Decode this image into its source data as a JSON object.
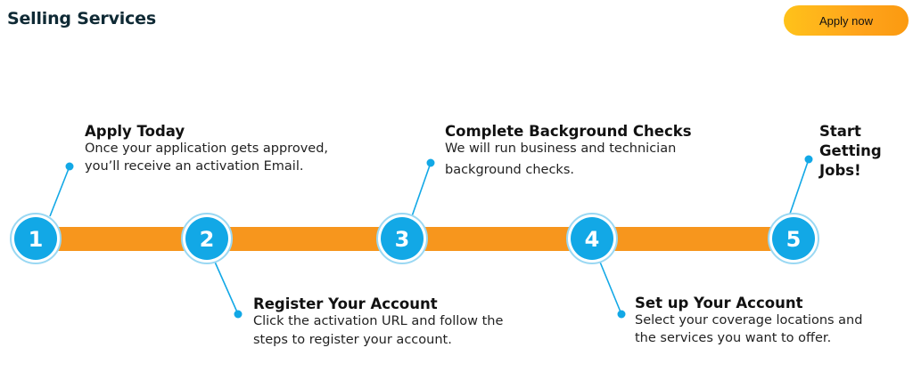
{
  "header": {
    "title": "Selling Services",
    "apply_button": "Apply now"
  },
  "steps": [
    {
      "number": "1",
      "title": "Apply Today",
      "desc_lines": [
        "Once your application gets approved,",
        "you’ll receive an activation Email."
      ]
    },
    {
      "number": "2",
      "title": "Register Your Account",
      "desc_lines": [
        "Click the activation URL and follow the",
        "steps to register your account."
      ]
    },
    {
      "number": "3",
      "title": "Complete Background Checks",
      "desc_lines": [
        "We will run business and technician",
        "background checks."
      ]
    },
    {
      "number": "4",
      "title": "Set up Your Account",
      "desc_lines": [
        "Select your coverage locations and",
        "the services you want to offer."
      ]
    },
    {
      "number": "5",
      "title_lines": [
        "Start",
        "Getting",
        "Jobs!"
      ]
    }
  ],
  "colors": {
    "track": "#f7961d",
    "circle": "#12a8e6",
    "ring": "#9ad8f3",
    "connector": "#12a8e6",
    "button_start": "#ffc21a",
    "button_end": "#fb9a10"
  }
}
